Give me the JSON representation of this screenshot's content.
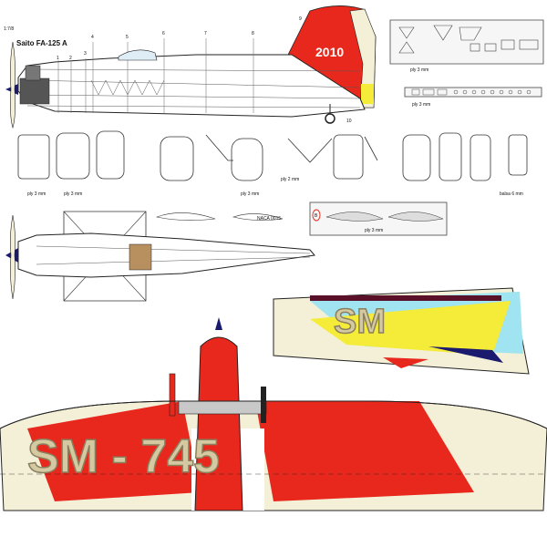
{
  "drawing": {
    "scale": "1:7/8",
    "engine": "Saito FA-125 A",
    "fuselage_stations": [
      "1",
      "2",
      "3",
      "4",
      "5",
      "6",
      "7",
      "8",
      "9"
    ],
    "registration": "2010",
    "gear_label": "10",
    "bulkhead_notes": [
      "ply 3 mm",
      "ply 3 mm",
      "ply 3 mm",
      "ply 3 mm",
      "ply 3 mm",
      "balsa 6 mm"
    ],
    "strut_note": "ply 2 mm",
    "airfoil_label": "NACA 0015",
    "airfoil_tag": "B",
    "root_rib_note": "ply 3 mm",
    "tail_wing_lettering": "SM",
    "main_wing_lettering": "SM - 745"
  },
  "colors": {
    "red": "#e8281c",
    "cream": "#f4f0d8",
    "yellow": "#f5ec3a",
    "cyan": "#9fe4f0",
    "navy": "#1a1a6e",
    "maroon": "#5a1028",
    "grey": "#c8c8c8",
    "gold": "#d4c9a0"
  }
}
